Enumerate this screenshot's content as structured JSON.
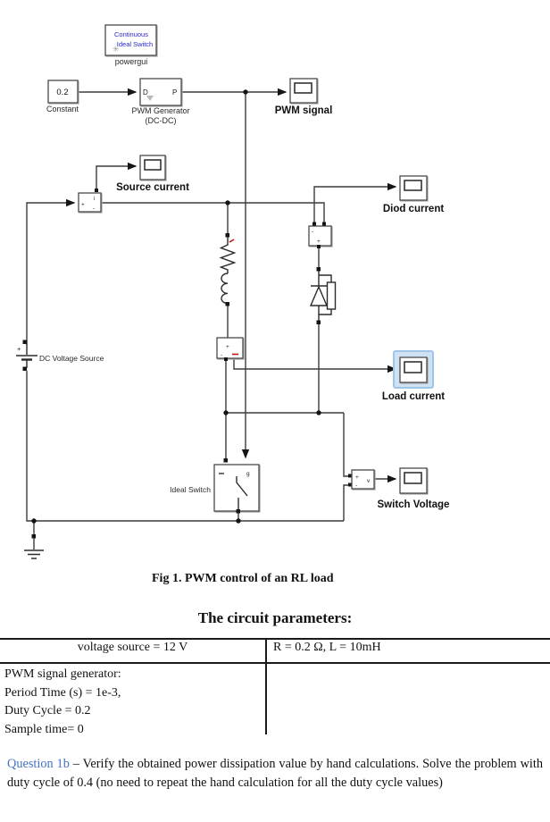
{
  "diagram": {
    "powergui": {
      "line1": "Continuous",
      "line2": "Ideal Switch",
      "label": "powergui"
    },
    "constant": {
      "value": "0.2",
      "label": "Constant"
    },
    "pwm_generator": {
      "in_port": "D",
      "out_port": "P",
      "label1": "PWM Generator",
      "label2": "(DC-DC)"
    },
    "scopes": {
      "pwm": "PWM signal",
      "source": "Source current",
      "diode": "Diod current",
      "load": "Load current",
      "switch": "Switch Voltage"
    },
    "dc_source": {
      "label": "DC Voltage Source",
      "plus": "+"
    },
    "ideal_switch": {
      "label": "Ideal Switch",
      "gate": "g"
    },
    "meas": {
      "plus": "+",
      "minus": "-",
      "current": "i",
      "voltage": "v"
    }
  },
  "figure_caption": "Fig 1. PWM control of an RL load",
  "parameters": {
    "heading": "The circuit parameters:",
    "table": {
      "r1c1": "voltage source = 12 V",
      "r1c2": "R = 0.2 Ω, L = 10mH",
      "r2c1_lines": [
        "PWM signal generator:",
        "Period Time (s) = 1e-3,",
        "Duty Cycle = 0.2",
        "Sample time= 0"
      ]
    }
  },
  "question": {
    "label": "Question 1b",
    "body": " – Verify the obtained power dissipation value by hand calculations. Solve the problem with duty cycle of 0.4 (no need to repeat the hand calculation for all the duty cycle values)"
  },
  "colors": {
    "question_blue": "#4472C4",
    "powergui_text": "#2626cc",
    "selection_fill": "#cfe2f3",
    "selection_border": "#9fc5e8",
    "wire": "#3c3c3c",
    "error_red": "#cc1111"
  }
}
